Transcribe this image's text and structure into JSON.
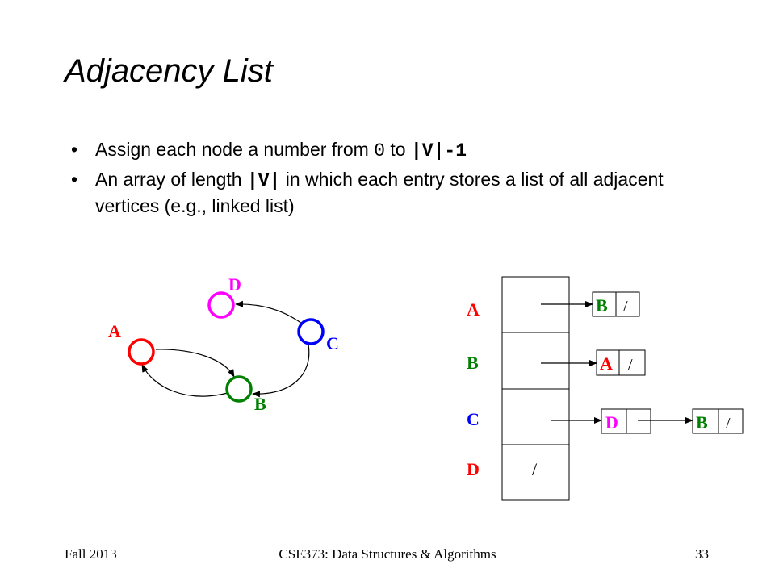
{
  "slide": {
    "title": "Adjacency List",
    "bullets": [
      {
        "prefix": "Assign each node a number from ",
        "code1": "0",
        "middle": " to ",
        "code2": "|V|-1"
      },
      {
        "prefix": "An array of length ",
        "code1": "|V|",
        "suffix": " in which each entry stores a list of all adjacent vertices (e.g., linked list)"
      }
    ]
  },
  "graph": {
    "nodes": [
      {
        "label": "A",
        "color": "#ff0000"
      },
      {
        "label": "B",
        "color": "#008000"
      },
      {
        "label": "C",
        "color": "#0000ff"
      },
      {
        "label": "D",
        "color": "#ff00ff"
      }
    ]
  },
  "array": {
    "row_labels": [
      "A",
      "B",
      "C",
      "D"
    ],
    "row_label_colors": [
      "#ff0000",
      "#008000",
      "#0000ff",
      "#ff0000"
    ],
    "null_marker": "/",
    "lists": [
      [
        {
          "label": "B",
          "color": "#008000",
          "next": "/"
        }
      ],
      [
        {
          "label": "A",
          "color": "#ff0000",
          "next": "/"
        }
      ],
      [
        {
          "label": "D",
          "color": "#ff00ff",
          "next": ""
        },
        {
          "label": "B",
          "color": "#008000",
          "next": "/"
        }
      ],
      []
    ]
  },
  "footer": {
    "left": "Fall 2013",
    "center": "CSE373: Data Structures & Algorithms",
    "right": "33"
  }
}
